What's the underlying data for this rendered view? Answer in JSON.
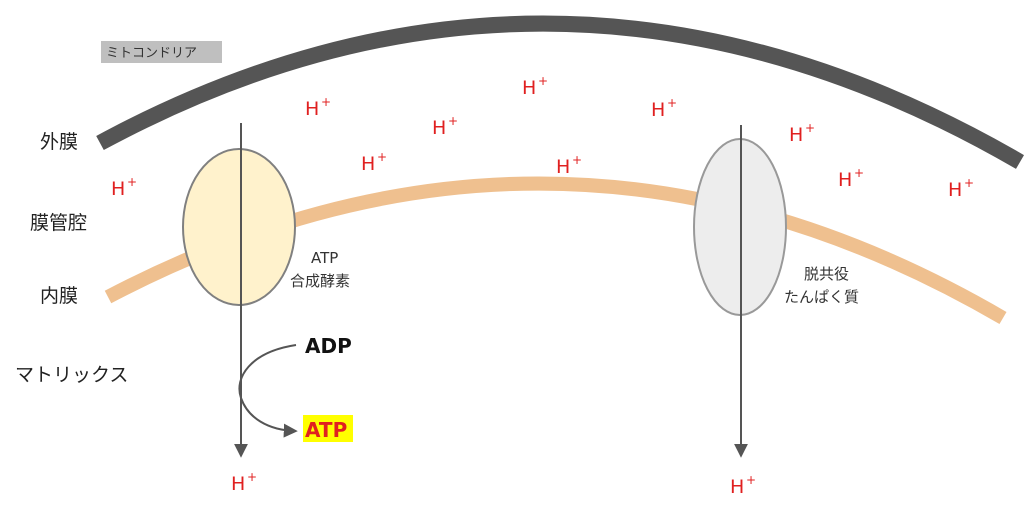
{
  "title": "ミトコンドリア",
  "regions": {
    "outer_membrane": "外膜",
    "intermembrane_space": "膜管腔",
    "inner_membrane": "内膜",
    "matrix": "マトリックス"
  },
  "atp_synthase": {
    "line1": "ATP",
    "line2": "合成酵素"
  },
  "uncoupling_protein": {
    "line1": "脱共役",
    "line2": "たんぱく質"
  },
  "reaction": {
    "substrate": "ADP",
    "product": "ATP"
  },
  "proton": {
    "base": "H",
    "charge": "+"
  },
  "colors": {
    "outer_membrane": "#555555",
    "inner_membrane": "#EFC08F",
    "atp_synthase_fill": "#FFF2CC",
    "uncoupling_fill": "#EDEDED",
    "proton": "#E02020",
    "highlight": "#FFFF00",
    "title_bg": "#BFBFBF"
  }
}
